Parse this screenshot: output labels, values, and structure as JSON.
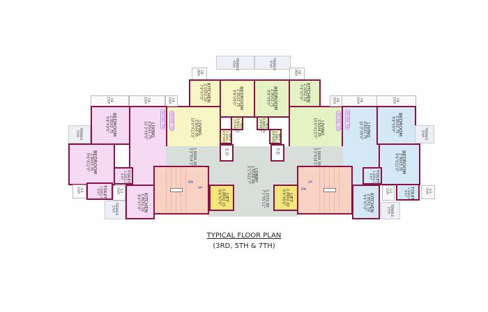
{
  "title": "TYPICAL FLOOR PLAN",
  "subtitle": "(3RD, 5TH & 7TH)",
  "colors": {
    "wall": "#8a1245",
    "unit_a": "#f6d9f3",
    "unit_b": "#f8f6c4",
    "unit_c": "#e4f2c4",
    "unit_d": "#d4e8f6",
    "common": "#d8dfda",
    "stair": "#f8d3c4",
    "lift": "#f5e67a"
  },
  "rooms": {
    "a_fb1": {
      "name": "F.B",
      "dim": "23sft"
    },
    "a_fb2": {
      "name": "F.B",
      "dim": "23sft"
    },
    "a_fb3": {
      "name": "F.B",
      "dim": "15sft"
    },
    "a_bed1": {
      "name": "BEDROOM",
      "m": "2.95X2.75",
      "ft": "9'8\"X9'0\""
    },
    "a_living": {
      "name": "LIVING",
      "m": "4.65X2.75",
      "ft": "15'3\"X9'0\""
    },
    "a_tag": "303.563.755",
    "a_terr1": {
      "name": "TERRACE",
      "dim": "23sft"
    },
    "a_bed2": {
      "name": "BEDROOM",
      "m": "2.90X3.35",
      "ft": "9'6\"X11'0\""
    },
    "a_toilet1": {
      "name": "TOILET",
      "m": "1.20X2.1",
      "ft": "4'X7'"
    },
    "a_toilet2": {
      "name": "TOILET",
      "m": "1.20X2.1",
      "ft": "4'X7'"
    },
    "a_kitchen": {
      "name": "KITCHEN",
      "m": "2.85X2.10",
      "ft": "9'4\"X7'0\""
    },
    "a_ss1": {
      "name": "S.S",
      "dim": "12sft"
    },
    "a_ss2": {
      "name": "S.S",
      "dim": "12sft"
    },
    "a_terr2": {
      "name": "TERRACE",
      "dim": "27sft"
    },
    "b_fb1": {
      "name": "F.B",
      "dim": "18sft"
    },
    "b_kitchen": {
      "name": "KITCHEN",
      "m": "2.10X2.10",
      "ft": "7'0\"X7'0\""
    },
    "b_bed": {
      "name": "BEDROOM",
      "m": "2.95X2.75",
      "ft": "9'8\"X9'0\""
    },
    "b_terr": {
      "name": "TERRACE",
      "dim": "47sft"
    },
    "b_living": {
      "name": "LIVING",
      "m": "3.00X4.05",
      "ft": "10'0\"X13'3\""
    },
    "b_tag": "303.563.733",
    "b_wc": {
      "name": "W.C",
      "m": "0.90X1.20",
      "ft": "3'0\"X4'0\""
    },
    "b_bath": {
      "name": "BATH",
      "m": "1.20X1.4",
      "ft": "4'0\"X4'6\""
    },
    "c_fb1": {
      "name": "F.B",
      "dim": "18sft"
    },
    "c_kitchen": {
      "name": "KITCHEN",
      "m": "2.10X2.10",
      "ft": "7'0\"X7'0\""
    },
    "c_bed": {
      "name": "BEDROOM",
      "m": "2.95X2.75",
      "ft": "9'8\"X9'0\""
    },
    "c_terr": {
      "name": "TERRACE",
      "dim": "47sft"
    },
    "c_living": {
      "name": "LIVING",
      "m": "3.00X4.05",
      "ft": "10'0\"X13'3\""
    },
    "c_tag": "303.563.733",
    "c_wc": {
      "name": "W.C",
      "m": "0.90X1.20",
      "ft": "3'0\"X4'0\""
    },
    "c_bath": {
      "name": "BATH",
      "m": "1.20X1.4",
      "ft": "4'0\"X4'6\""
    },
    "d_fb1": {
      "name": "F.B",
      "dim": "15sft"
    },
    "d_fb2": {
      "name": "F.B",
      "dim": "23sft"
    },
    "d_fb3": {
      "name": "F.B",
      "dim": "23sft"
    },
    "d_living": {
      "name": "LIVING",
      "m": "4.65X2.75",
      "ft": "15'3\"X9'0\""
    },
    "d_tag": "304.604.704",
    "d_bed1": {
      "name": "BEDROOM",
      "m": "2.95X2.75",
      "ft": "9'8\"X9'0\""
    },
    "d_terr1": {
      "name": "TERRACE",
      "dim": "23sft"
    },
    "d_bed2": {
      "name": "BEDROOM",
      "m": "2.90X3.35",
      "ft": "9'6\"X11'0\""
    },
    "d_toilet1": {
      "name": "TOILET",
      "m": "1.20X2.1",
      "ft": "4'X7'"
    },
    "d_toilet2": {
      "name": "TOILET",
      "m": "1.20X2.1",
      "ft": "4'X7'"
    },
    "d_kitchen": {
      "name": "KITCHEN",
      "m": "2.85X2.10",
      "ft": "9'4\"X7'0\""
    },
    "d_ss1": {
      "name": "S.S",
      "dim": "12sft"
    },
    "d_ss2": {
      "name": "S.S",
      "dim": "12sft"
    },
    "d_terr2": {
      "name": "TERRACE",
      "dim": "27sft"
    },
    "passage_l": {
      "m": "1.00X4.30",
      "ft": "3'3\"X14'2\""
    },
    "passage_r": {
      "m": "1.00X4.30",
      "ft": "3'3\"X14'2\""
    },
    "ed": "E.D",
    "fd": "F.D",
    "lobby": {
      "name": "LOBBY",
      "m": "1.55X6.90",
      "ft": "5'1\"X22'7\""
    },
    "lobby2": {
      "m": "2.15X1.80",
      "ft": "7'1\"X5'11\""
    },
    "lift_l": {
      "name": "LIFT",
      "m": "2.00X2.15",
      "ft": "6'6\"X7'0\""
    },
    "lift_r": {
      "name": "LIFT",
      "m": "2.00X2.00",
      "ft": "6'6\"X6'6\""
    },
    "dn": "DN",
    "up": "UP"
  }
}
